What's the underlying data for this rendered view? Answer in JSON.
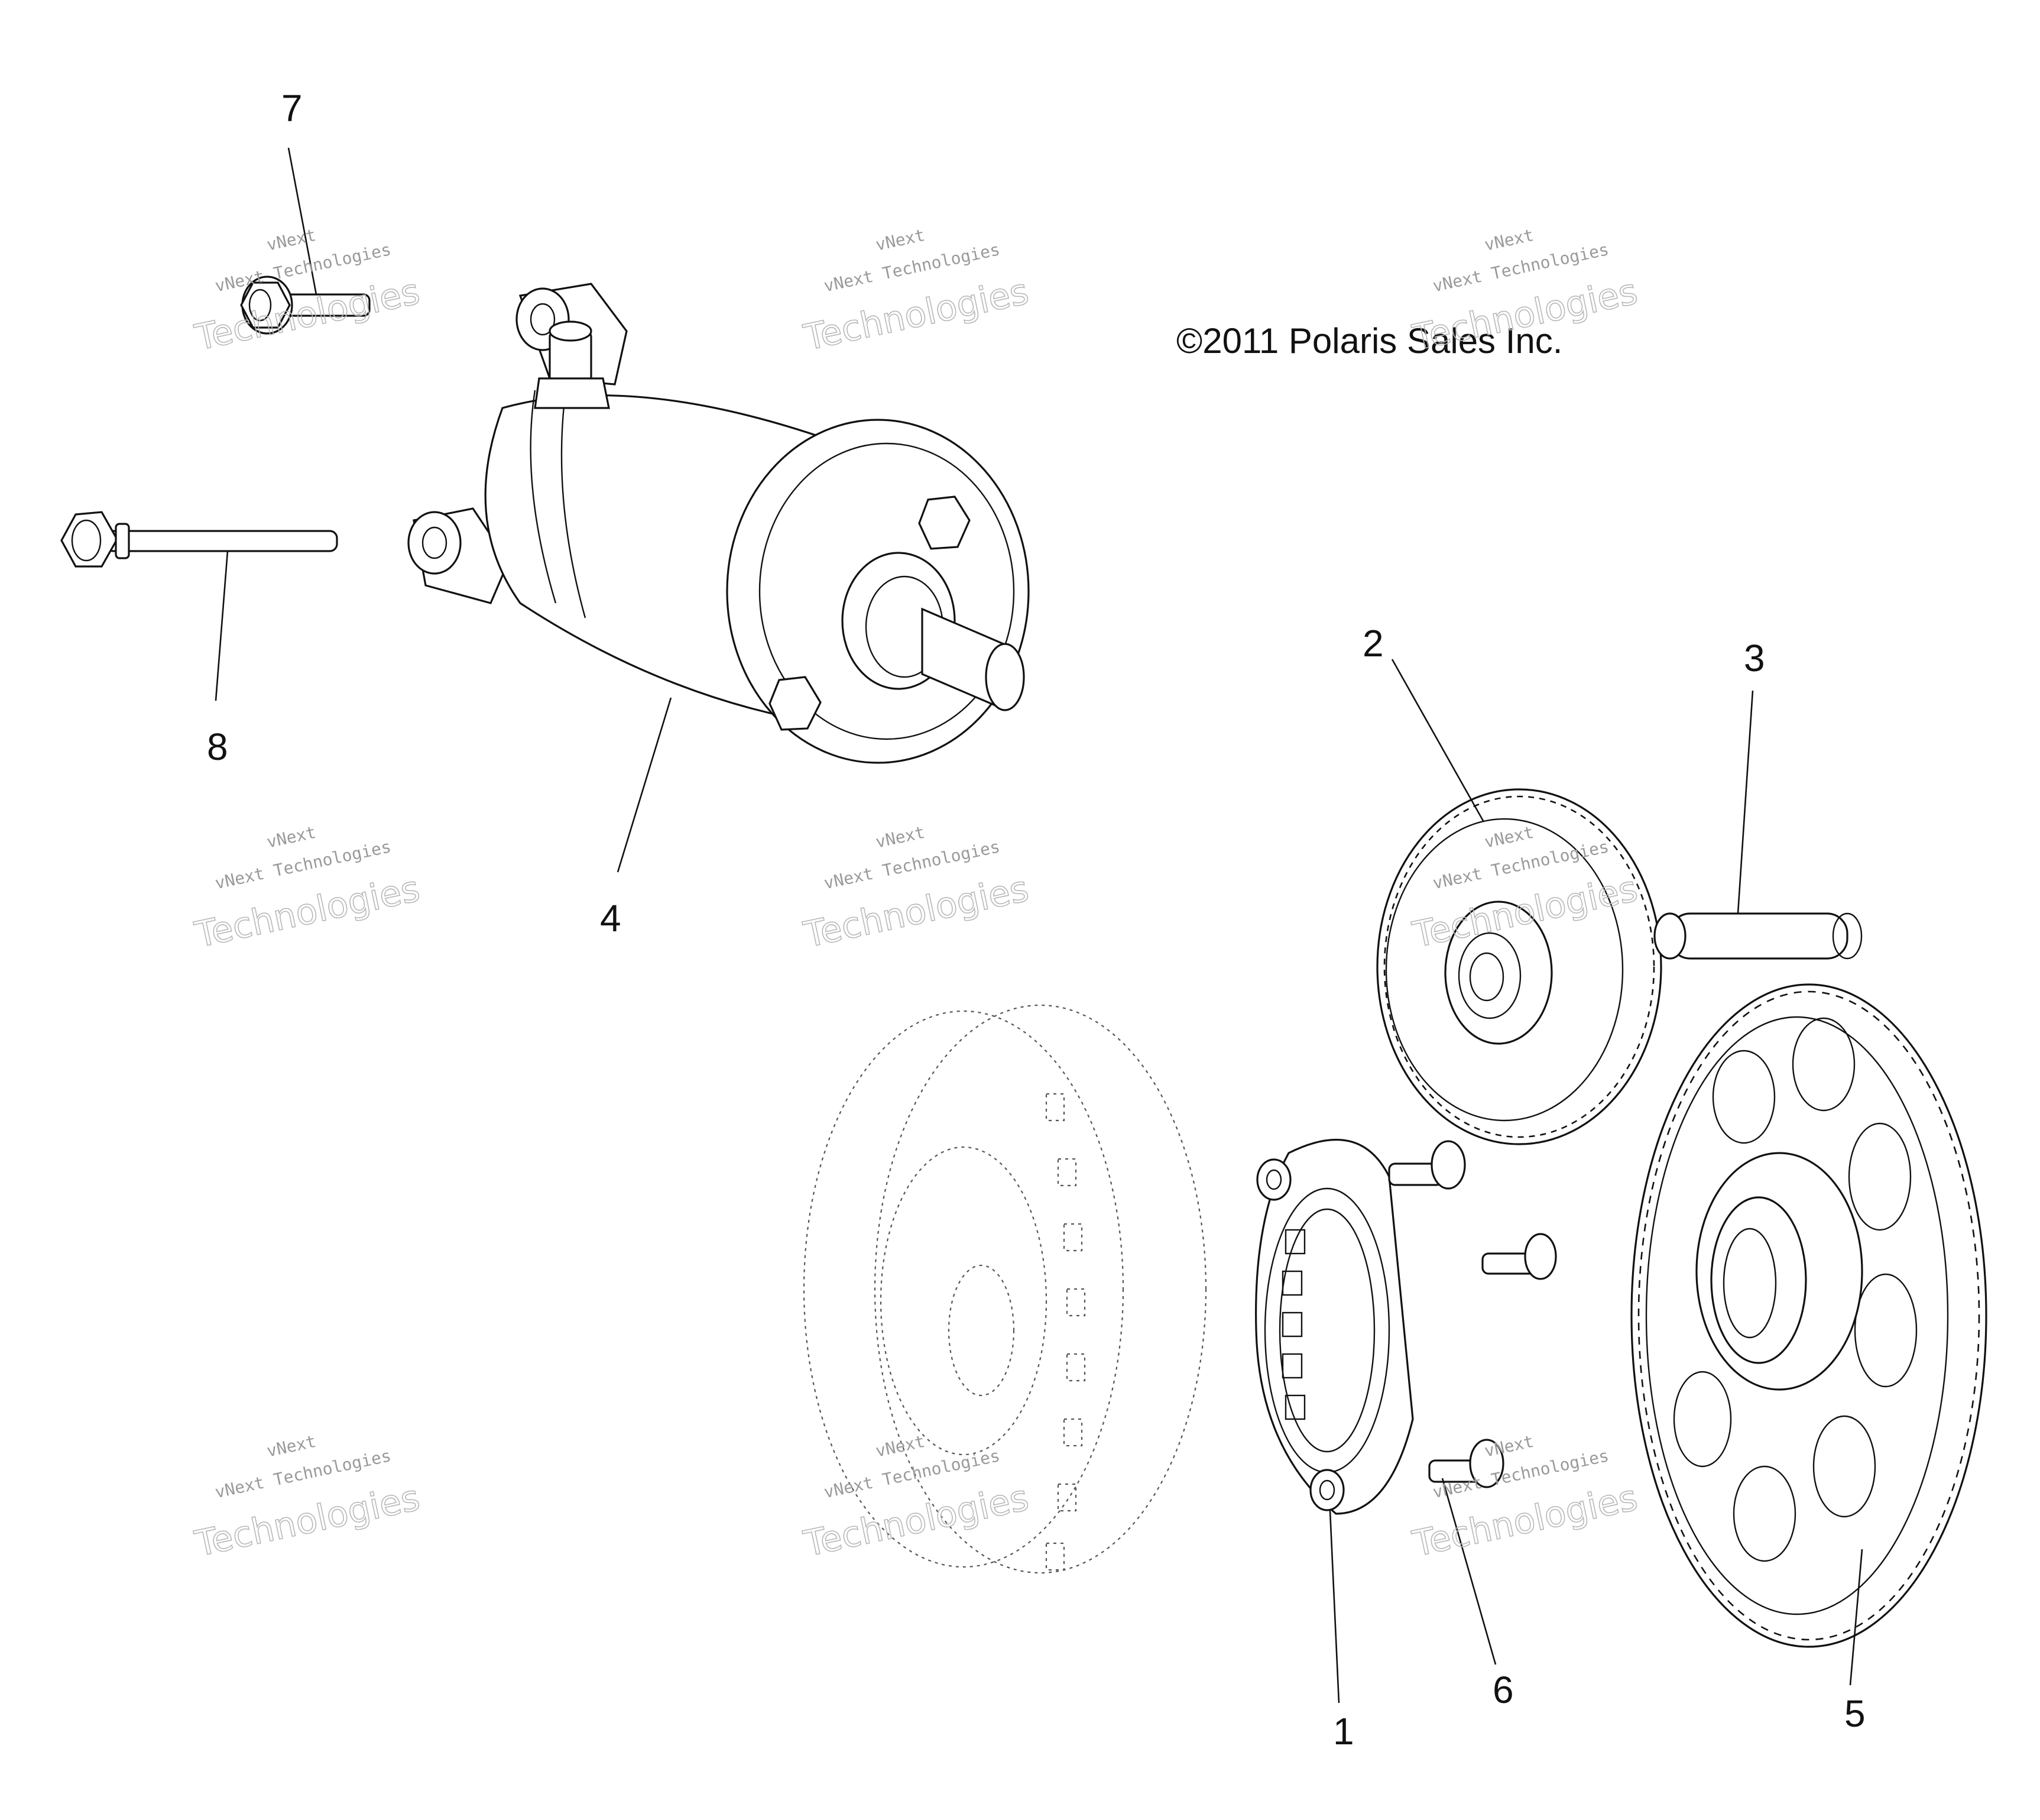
{
  "copyright": "©2011 Polaris Sales Inc.",
  "watermark": {
    "line1": "vNext",
    "line2": "vNext Technologies",
    "line3": "Technologies"
  },
  "callouts": [
    "1",
    "2",
    "3",
    "4",
    "5",
    "6",
    "7",
    "8"
  ]
}
